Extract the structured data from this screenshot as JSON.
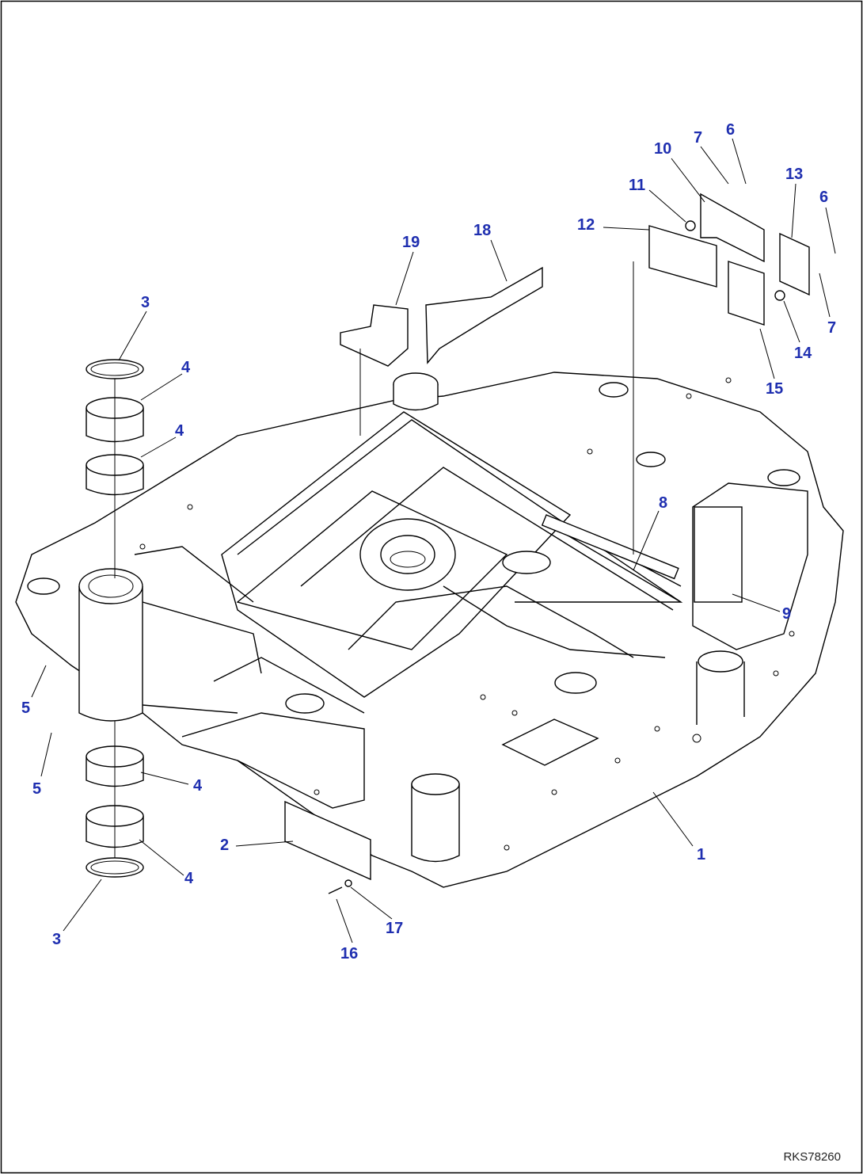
{
  "diagram": {
    "drawing_code": "RKS78260",
    "callouts": {
      "c1": "1",
      "c2": "2",
      "c3a": "3",
      "c3b": "3",
      "c4a": "4",
      "c4b": "4",
      "c4c": "4",
      "c4d": "4",
      "c5a": "5",
      "c5b": "5",
      "c6a": "6",
      "c6b": "6",
      "c7a": "7",
      "c7b": "7",
      "c8": "8",
      "c9": "9",
      "c10": "10",
      "c11": "11",
      "c12": "12",
      "c13": "13",
      "c14": "14",
      "c15": "15",
      "c16": "16",
      "c17": "17",
      "c18": "18",
      "c19": "19"
    }
  }
}
